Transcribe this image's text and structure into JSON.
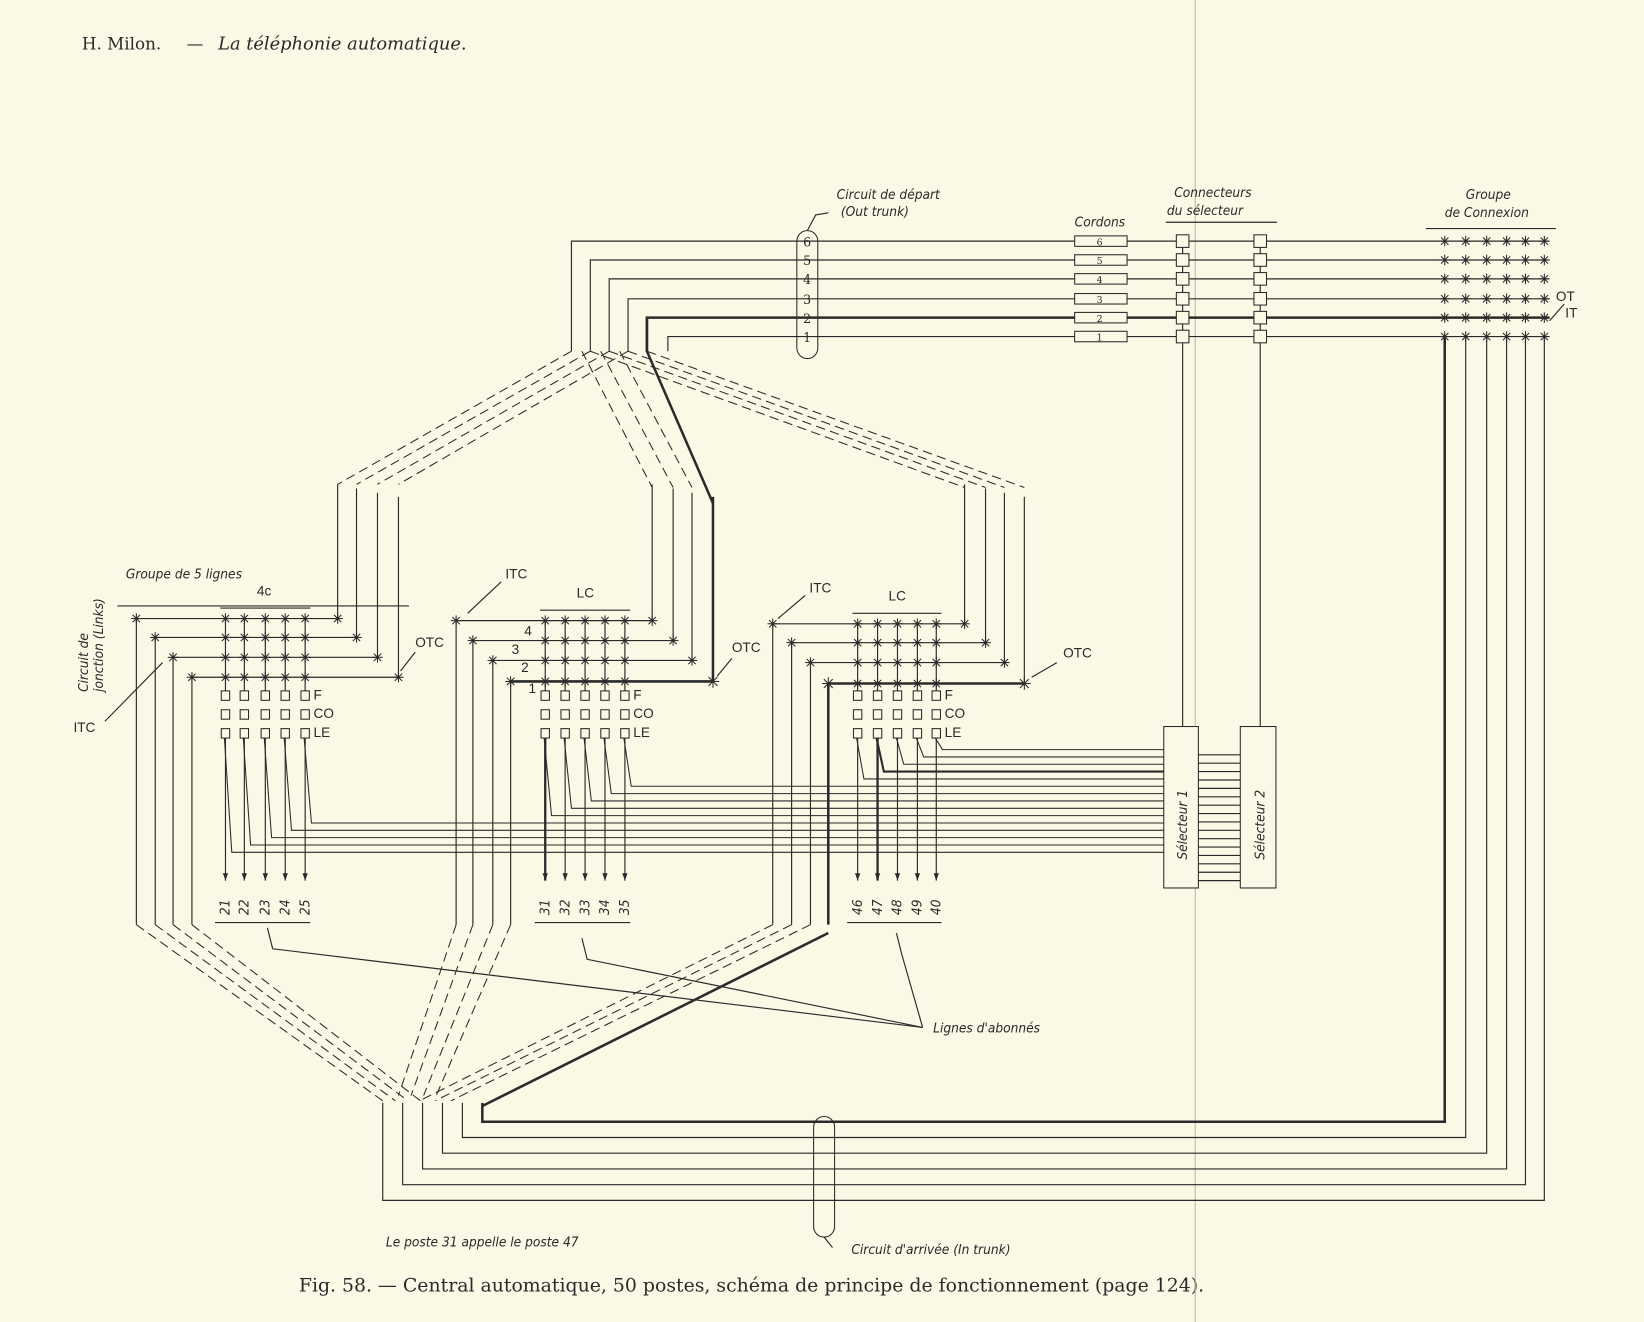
{
  "header": {
    "author": "H. Milon.",
    "separator": "—",
    "title": "La téléphonie automatique."
  },
  "labels": {
    "out_trunk_1": "Circuit de départ",
    "out_trunk_2": "(Out trunk)",
    "cordons": "Cordons",
    "connecteurs_1": "Connecteurs",
    "connecteurs_2": "du sélecteur",
    "groupe_connexion_1": "Groupe",
    "groupe_connexion_2": "de Connexion",
    "ot": "OT",
    "it": "IT",
    "groupe_5_lignes": "Groupe de 5 lignes",
    "group_4c": "4c",
    "circuit_jonction_1": "Circuit de",
    "circuit_jonction_2": "jonction (Links)",
    "itc": "ITC",
    "otc": "OTC",
    "lc": "LC",
    "relays": [
      "F",
      "CO",
      "LE"
    ],
    "row_numbers": [
      "4",
      "3",
      "2",
      "1"
    ],
    "selecteur_1": "Sélecteur 1",
    "selecteur_2": "Sélecteur 2",
    "lignes_abonnes": "Lignes d'abonnés",
    "call_note": "Le poste 31 appelle le poste 47",
    "in_trunk": "Circuit d'arrivée (In trunk)"
  },
  "out_trunk_numbers": [
    "6",
    "5",
    "4",
    "3",
    "2",
    "1"
  ],
  "cordon_numbers": [
    "6",
    "5",
    "4",
    "3",
    "2",
    "1"
  ],
  "subscriber_groups": [
    [
      "21",
      "22",
      "23",
      "24",
      "25"
    ],
    [
      "31",
      "32",
      "33",
      "34",
      "35"
    ],
    [
      "46",
      "47",
      "48",
      "49",
      "40"
    ]
  ],
  "caption": "Fig. 58. — Central automatique, 50 postes, schéma de principe de fonctionnement (page 124)."
}
